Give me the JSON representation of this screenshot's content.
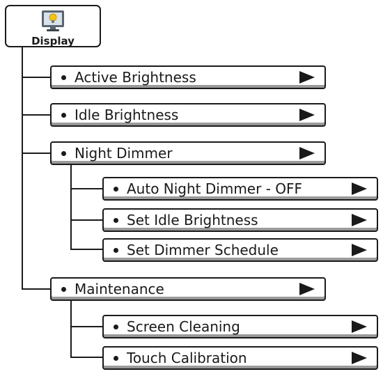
{
  "root": {
    "label": "Display",
    "icon": "display-settings-icon"
  },
  "menu": {
    "active_brightness": "Active Brightness",
    "idle_brightness": "Idle Brightness",
    "night_dimmer": {
      "label": "Night Dimmer",
      "children": {
        "auto_night_dimmer": "Auto Night Dimmer - OFF",
        "set_idle_brightness": "Set Idle Brightness",
        "set_dimmer_schedule": "Set Dimmer Schedule"
      }
    },
    "maintenance": {
      "label": "Maintenance",
      "children": {
        "screen_cleaning": "Screen Cleaning",
        "touch_calibration": "Touch Calibration"
      }
    }
  },
  "colors": {
    "ink": "#1a1a1a",
    "bulb": "#f2c318",
    "monitor_bezel": "#5a6470"
  }
}
